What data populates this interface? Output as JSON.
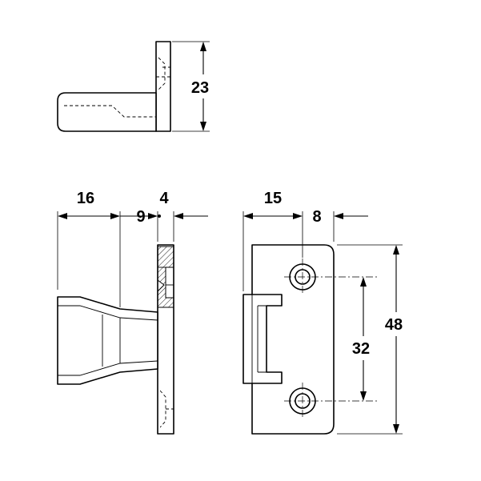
{
  "dimensions": {
    "height_top": "23",
    "depth_left": "16",
    "plate_offset": "9",
    "plate_thickness": "4",
    "width_front": "15",
    "edge_to_hole": "8",
    "hole_spacing": "32",
    "total_height": "48"
  }
}
